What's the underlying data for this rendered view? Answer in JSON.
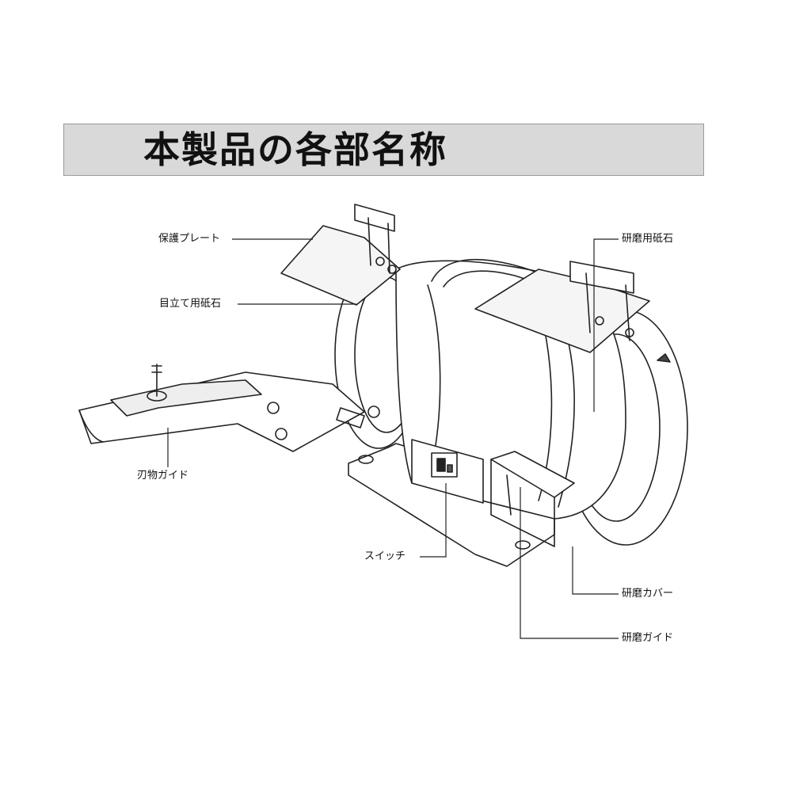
{
  "title": "本製品の各部名称",
  "labels": {
    "guard_plate": "保護プレート",
    "sharpening_stone": "目立て用砥石",
    "blade_guide": "刃物ガイド",
    "switch": "スイッチ",
    "grinding_stone": "研磨用砥石",
    "grinding_cover": "研磨カバー",
    "grinding_guide": "研磨ガイド"
  }
}
